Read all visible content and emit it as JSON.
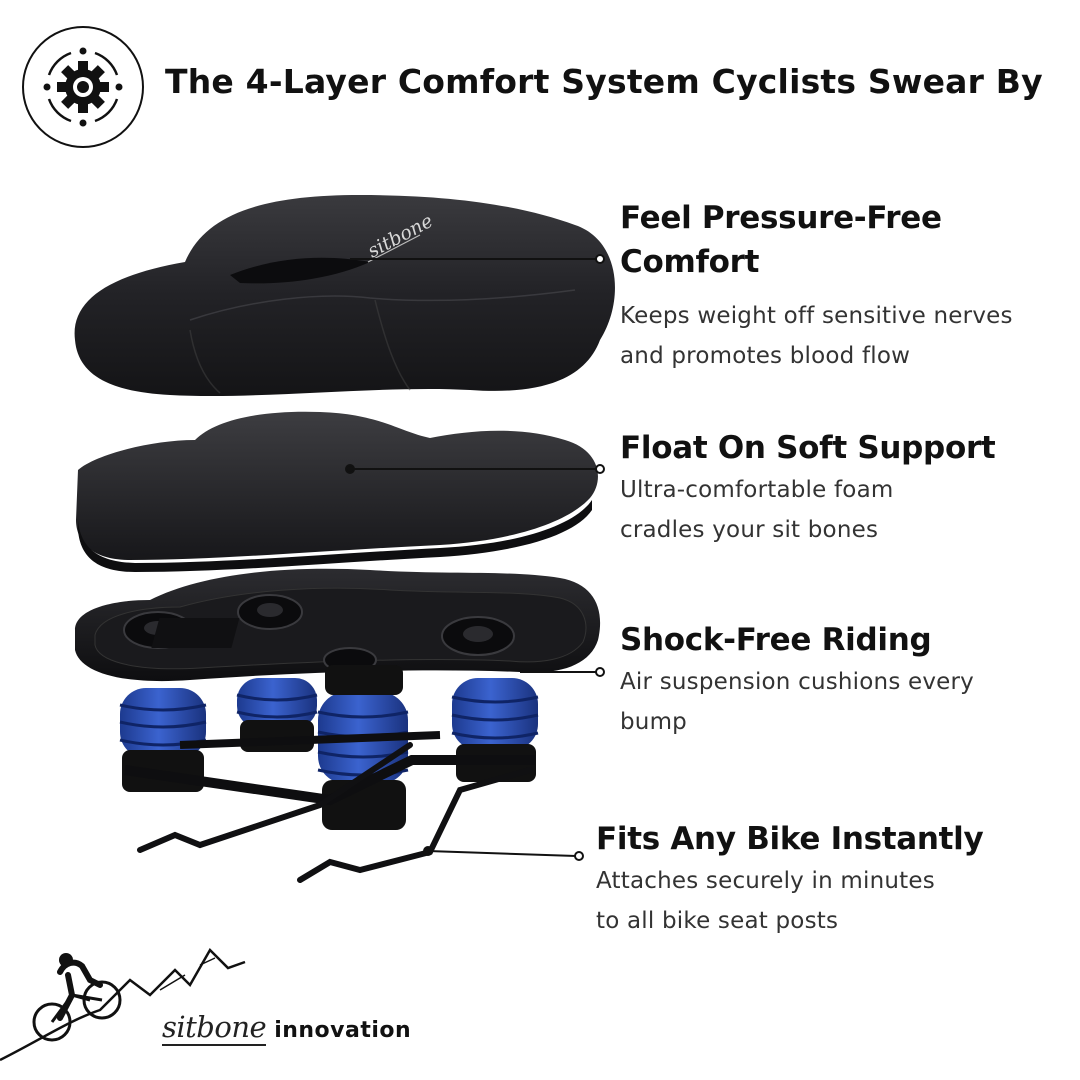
{
  "header": {
    "title": "The 4-Layer Comfort System Cyclists Swear By",
    "icon": "gear-icon"
  },
  "features": [
    {
      "heading_line1": "Feel Pressure-Free",
      "heading_line2": "Comfort",
      "desc_line1": "Keeps weight off sensitive nerves",
      "desc_line2": "and promotes blood flow"
    },
    {
      "heading_line1": "Float On Soft Support",
      "desc_line1": "Ultra-comfortable foam",
      "desc_line2": "cradles your sit bones"
    },
    {
      "heading_line1": "Shock-Free Riding",
      "desc_line1": "Air suspension cushions every",
      "desc_line2": "bump"
    },
    {
      "heading_line1": "Fits Any Bike Instantly",
      "desc_line1": "Attaches securely in minutes",
      "desc_line2": "to all bike seat posts"
    }
  ],
  "product": {
    "saddle_logo": "sitbone"
  },
  "brand": {
    "script": "sitbone",
    "word": "innovation"
  },
  "colors": {
    "spring_blue": "#2a4fb8",
    "saddle_black": "#1b1b1d",
    "text": "#111111"
  }
}
